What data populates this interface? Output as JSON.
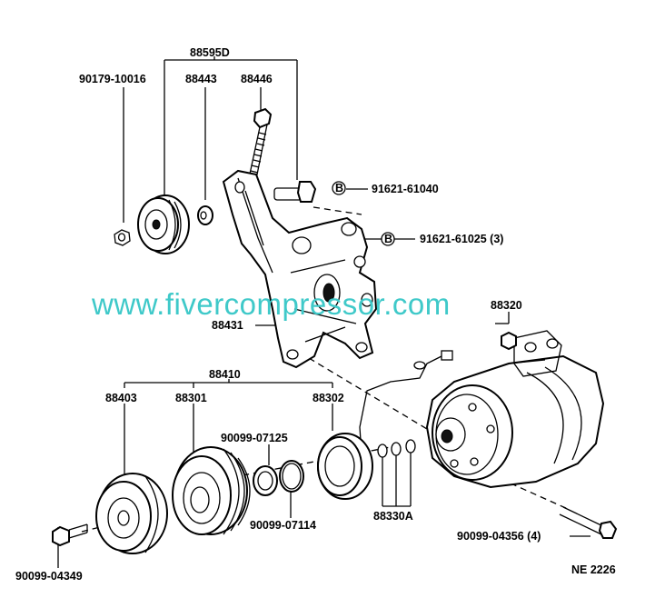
{
  "labels": {
    "p88595d": "88595D",
    "p90179": "90179-10016",
    "p88443": "88443",
    "p88446": "88446",
    "p91621_61040": "91621-61040",
    "p91621_61025": "91621-61025 (3)",
    "p88431": "88431",
    "p88320": "88320",
    "p88410": "88410",
    "p88403": "88403",
    "p88301": "88301",
    "p88302": "88302",
    "p90099_07125": "90099-07125",
    "p90099_07114": "90099-07114",
    "p88330a": "88330A",
    "p90099_04356": "90099-04356 (4)",
    "p90099_04349": "90099-04349",
    "code": "NE 2226"
  },
  "callout_markers": {
    "b1": "B",
    "b2": "B"
  },
  "watermark": "www.fivercompressor.com",
  "colors": {
    "watermark": "#3fc9c9",
    "line": "#000000",
    "background": "#ffffff"
  }
}
